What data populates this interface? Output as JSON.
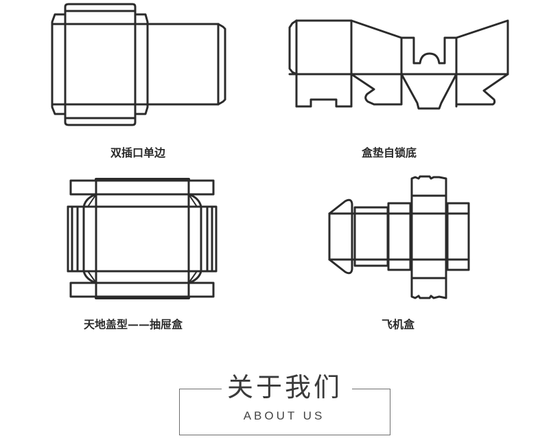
{
  "diagrams": [
    {
      "id": "double-tuck-single-side",
      "caption": "双插口单边"
    },
    {
      "id": "box-cushion-auto-lock-bottom",
      "caption": "盒垫自锁底"
    },
    {
      "id": "lid-base-drawer-box",
      "caption": "天地盖型——抽屉盒"
    },
    {
      "id": "airplane-box",
      "caption": "飞机盒"
    }
  ],
  "about": {
    "title": "关于我们",
    "subtitle": "ABOUT US"
  },
  "colors": {
    "stroke": "#2b2b2b",
    "frame": "#6e6e6e",
    "background": "#ffffff"
  }
}
